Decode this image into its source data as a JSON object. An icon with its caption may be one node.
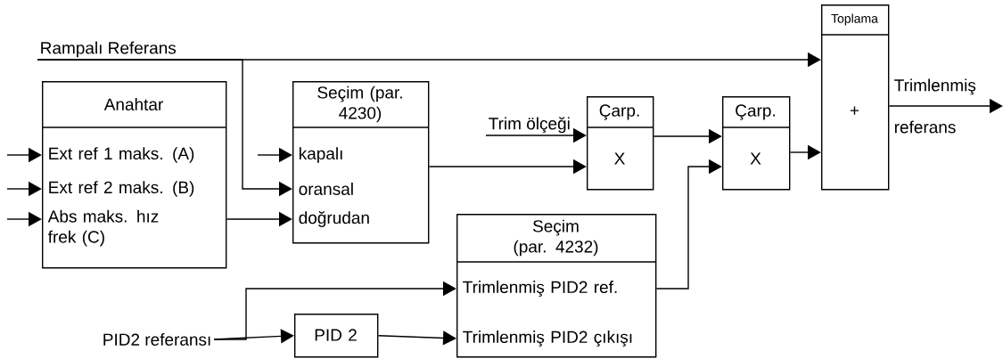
{
  "diagram": {
    "nodes": [
      {
        "text": [
          "Rampalı Referans"
        ]
      },
      {
        "text": [
          "Anahtar"
        ]
      },
      {
        "text": [
          "Ext ref 1 maks. (A)"
        ],
        "in": 1
      },
      {
        "text": [
          "Ext ref 2 maks. (B)"
        ],
        "in": 1
      },
      {
        "text": [
          "Abs maks. hız frek (C)"
        ],
        "in": 1
      },
      {
        "text": [
          "Seçim (par. 4230)"
        ]
      },
      {
        "text": [
          "kapalı"
        ],
        "in": 5
      },
      {
        "text": [
          "oransal"
        ],
        "in": 5
      },
      {
        "text": [
          "doğrudan"
        ],
        "in": 5
      },
      {
        "text": [
          "Trim ölçeği"
        ]
      },
      {
        "text": [
          "Çarp.",
          "X"
        ]
      },
      {
        "text": [
          "Çarp.",
          "X"
        ]
      },
      {
        "text": [
          "Toplama",
          "+"
        ]
      },
      {
        "text": [
          "Seçim (par. 4232)"
        ]
      },
      {
        "text": [
          "Trimlenmiş PID2 ref."
        ],
        "in": 13
      },
      {
        "text": [
          "Trimlenmiş PID2 çıkışı"
        ],
        "in": 13
      },
      {
        "text": [
          "PID2 referansı"
        ]
      },
      {
        "text": [
          "PID 2"
        ]
      }
    ],
    "edges": [
      {
        "from": 0,
        "to": 12,
        "arrow": "to"
      },
      {
        "from": 0,
        "to": 7,
        "arrow": "to"
      },
      {
        "from": null,
        "to": 2,
        "arrow": "to"
      },
      {
        "from": null,
        "to": 3,
        "arrow": "to"
      },
      {
        "from": null,
        "to": 4,
        "arrow": "to"
      },
      {
        "from": null,
        "to": 6,
        "arrow": "to"
      },
      {
        "from": 1,
        "to": 8,
        "arrow": "to"
      },
      {
        "from": 5,
        "to": 10,
        "arrow": "to"
      },
      {
        "from": 9,
        "to": 10,
        "arrow": "to"
      },
      {
        "from": 10,
        "to": 11,
        "arrow": "to"
      },
      {
        "from": 11,
        "to": 12,
        "arrow": "to"
      },
      {
        "from": 14,
        "to": 11,
        "arrow": "to"
      },
      {
        "from": 16,
        "to": 14,
        "arrow": "to"
      },
      {
        "from": 16,
        "to": 17,
        "arrow": "to"
      },
      {
        "from": 17,
        "to": 15,
        "arrow": "to"
      },
      {
        "from": 12,
        "to": null,
        "arrow": "to",
        "label": "Trimlenmiş referans"
      }
    ]
  }
}
